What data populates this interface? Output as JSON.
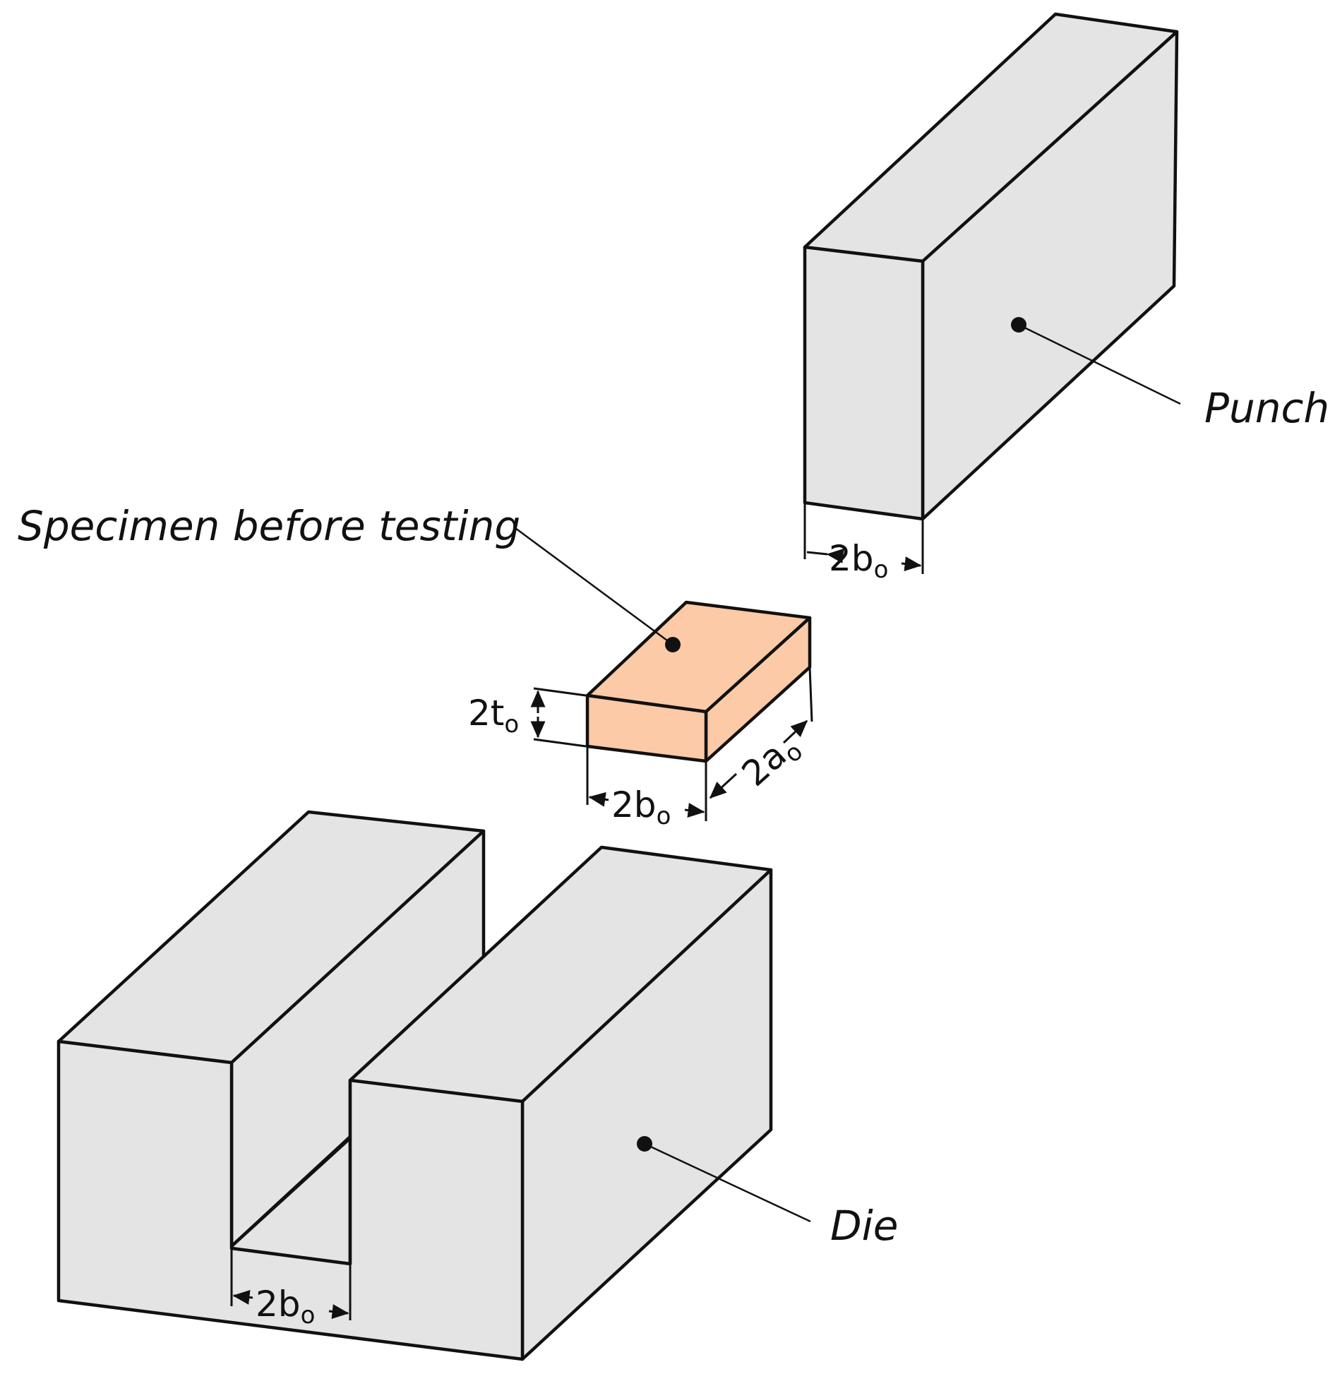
{
  "labels": {
    "punch": "Punch",
    "specimen": "Specimen before testing",
    "die": "Die"
  },
  "dimensions": {
    "punch_width": {
      "main": "2b",
      "sub": "o"
    },
    "specimen_width": {
      "main": "2b",
      "sub": "o"
    },
    "specimen_thickness": {
      "main": "2t",
      "sub": "o"
    },
    "specimen_length": {
      "main": "2a",
      "sub": "o"
    },
    "die_gap": {
      "main": "2b",
      "sub": "o"
    }
  },
  "colors": {
    "tool_fill": "#e4e4e4",
    "specimen_fill": "#fccaa6",
    "line": "#111111"
  }
}
